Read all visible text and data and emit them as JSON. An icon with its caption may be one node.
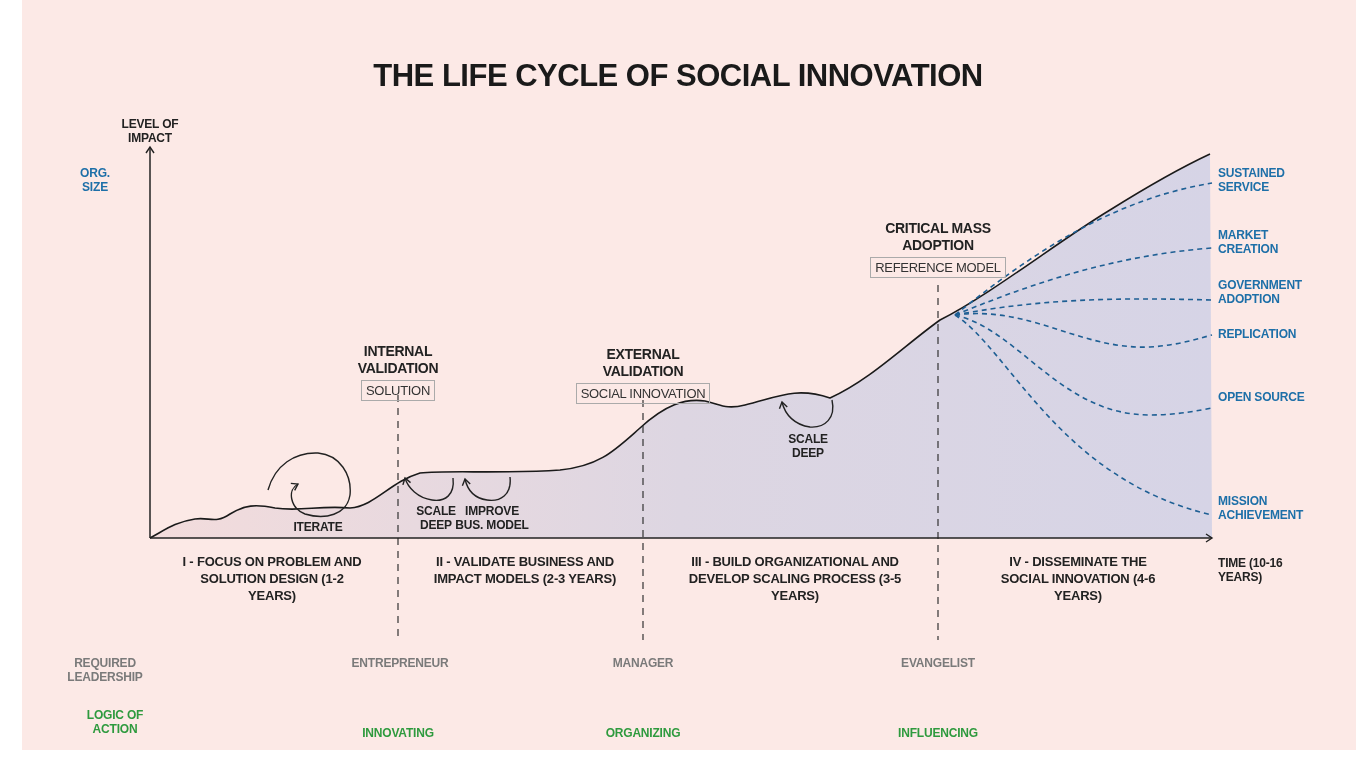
{
  "diagram": {
    "title": "THE LIFE CYCLE OF SOCIAL INNOVATION",
    "nodes": [
      {
        "text": [
          "INTERNAL VALIDATION",
          "SOLUTION"
        ]
      },
      {
        "text": [
          "EXTERNAL VALIDATION",
          "SOCIAL INNOVATION"
        ]
      },
      {
        "text": [
          "CRITICAL MASS ADOPTION",
          "REFERENCE MODEL"
        ]
      }
    ],
    "edges": [],
    "labels": [
      "LEVEL OF IMPACT",
      "ORG. SIZE",
      "SUSTAINED SERVICE",
      "MARKET CREATION",
      "GOVERNMENT ADOPTION",
      "REPLICATION",
      "OPEN SOURCE",
      "SCALE DEEP",
      "MISSION ACHIEVEMENT",
      "SCALE DEEP",
      "IMPROVE BUS. MODEL",
      "ITERATE",
      "I - FOCUS ON PROBLEM AND SOLUTION DESIGN (1-2 YEARS)",
      "II - VALIDATE BUSINESS AND IMPACT MODELS (2-3 YEARS)",
      "III - BUILD ORGANIZATIONAL AND DEVELOP SCALING PROCESS (3-5 YEARS)",
      "IV - DISSEMINATE THE SOCIAL INNOVATION (4-6 YEARS)",
      "TIME (10-16 YEARS)",
      "REQUIRED LEADERSHIP",
      "ENTREPRENEUR",
      "MANAGER",
      "EVANGELIST",
      "LOGIC OF ACTION",
      "INNOVATING",
      "ORGANIZING",
      "INFLUENCING"
    ]
  }
}
